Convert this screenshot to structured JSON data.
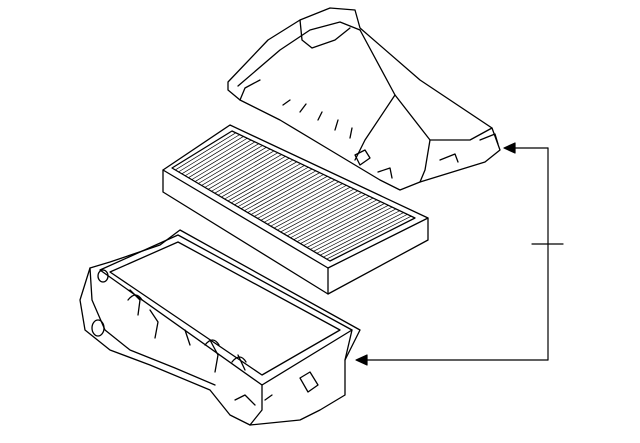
{
  "diagram": {
    "parts": [
      {
        "id": "upper-cover"
      },
      {
        "id": "air-filter-element"
      },
      {
        "id": "lower-housing"
      }
    ],
    "callout": {
      "style": "bracket-with-arrows"
    },
    "colors": {
      "stroke": "#000000",
      "background": "#ffffff"
    }
  }
}
